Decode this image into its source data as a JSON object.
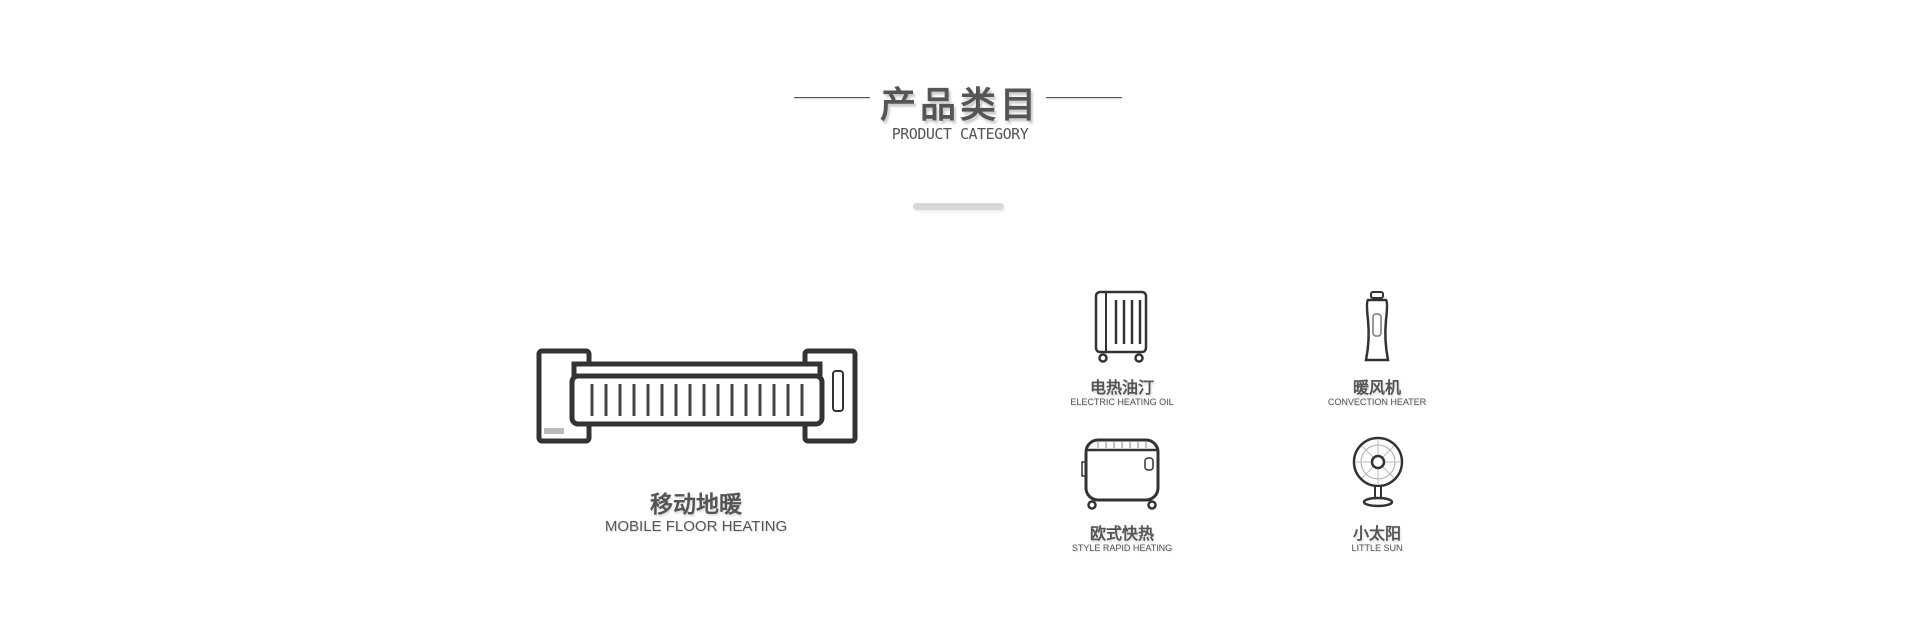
{
  "header": {
    "title": "产品类目",
    "subtitle": "PRODUCT CATEGORY"
  },
  "featured": {
    "name_cn": "移动地暖",
    "name_en": "MOBILE FLOOR HEATING",
    "icon": "floor-heater-icon"
  },
  "categories": [
    {
      "name_cn": "电热油汀",
      "name_en": "ELECTRIC HEATING OIL",
      "icon": "oil-heater-icon"
    },
    {
      "name_cn": "暖风机",
      "name_en": "CONVECTION HEATER",
      "icon": "tower-heater-icon"
    },
    {
      "name_cn": "欧式快热",
      "name_en": "STYLE RAPID HEATING",
      "icon": "panel-heater-icon"
    },
    {
      "name_cn": "小太阳",
      "name_en": "LITTLE SUN",
      "icon": "sun-heater-icon"
    }
  ]
}
